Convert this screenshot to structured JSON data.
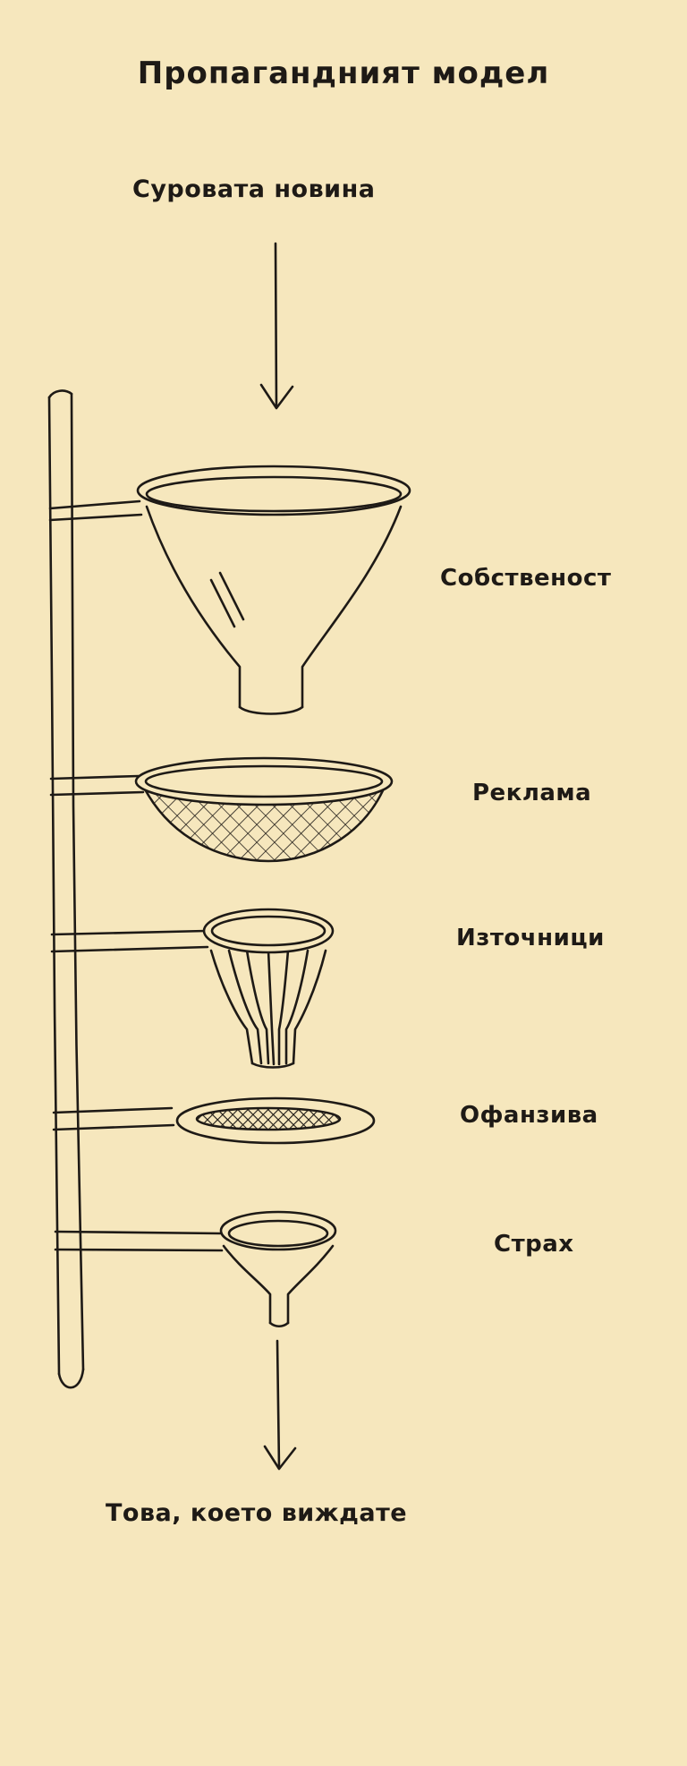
{
  "diagram": {
    "title": "Пропагандният модел",
    "input_label": "Суровата новина",
    "output_label": "Това, което виждате",
    "stages": [
      {
        "label": "Собственост",
        "icon": "funnel-icon"
      },
      {
        "label": "Реклама",
        "icon": "mesh-sieve-icon"
      },
      {
        "label": "Източници",
        "icon": "ribbed-funnel-icon"
      },
      {
        "label": "Офанзива",
        "icon": "fine-sieve-icon"
      },
      {
        "label": "Страх",
        "icon": "small-funnel-icon"
      }
    ]
  },
  "colors": {
    "background": "#f6e7bd",
    "ink": "#1e1a16"
  }
}
